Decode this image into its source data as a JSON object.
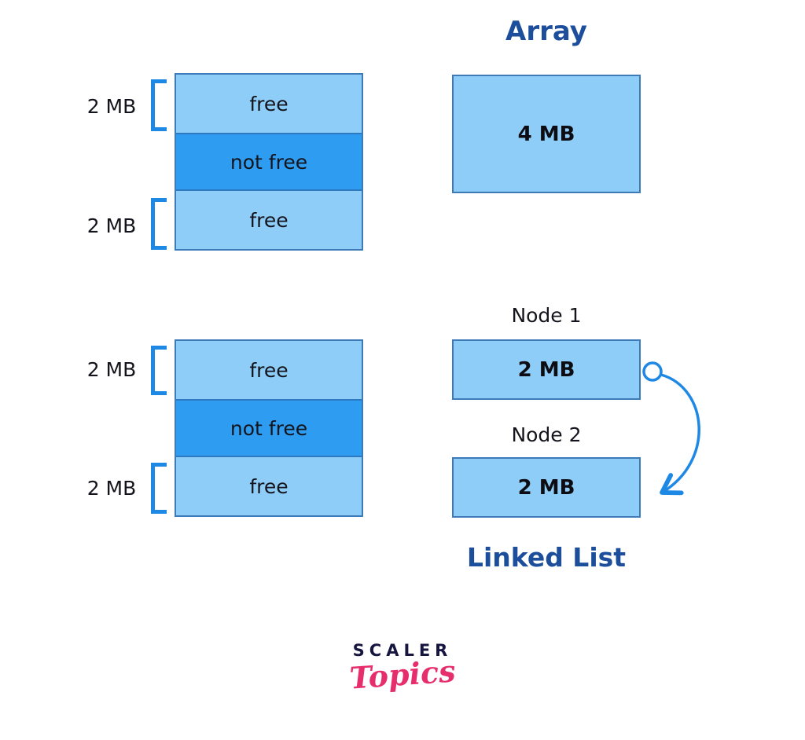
{
  "colors": {
    "free_block_fill": "#8ecdf8",
    "used_block_fill": "#2e9cf1",
    "block_border": "#3d7ab8",
    "bracket_blue": "#1e88e5",
    "arrow_blue": "#1e88e5",
    "heading_navy": "#1c4e9c",
    "text_dark": "#14141c",
    "logo_navy": "#15153f",
    "logo_pink": "#e72e6d"
  },
  "array_diagram": {
    "title": "Array",
    "block_label": "4 MB",
    "memory": {
      "sections": [
        {
          "label": "free",
          "state": "free",
          "size_label": "2 MB"
        },
        {
          "label": "not free",
          "state": "used",
          "size_label": ""
        },
        {
          "label": "free",
          "state": "free",
          "size_label": "2 MB"
        }
      ]
    }
  },
  "linked_list_diagram": {
    "title": "Linked List",
    "memory": {
      "sections": [
        {
          "label": "free",
          "state": "free",
          "size_label": "2 MB"
        },
        {
          "label": "not free",
          "state": "used",
          "size_label": ""
        },
        {
          "label": "free",
          "state": "free",
          "size_label": "2 MB"
        }
      ]
    },
    "nodes": [
      {
        "label": "Node 1",
        "size": "2 MB"
      },
      {
        "label": "Node 2",
        "size": "2 MB"
      }
    ]
  },
  "logo": {
    "brand": "SCALER",
    "product": "Topics"
  }
}
